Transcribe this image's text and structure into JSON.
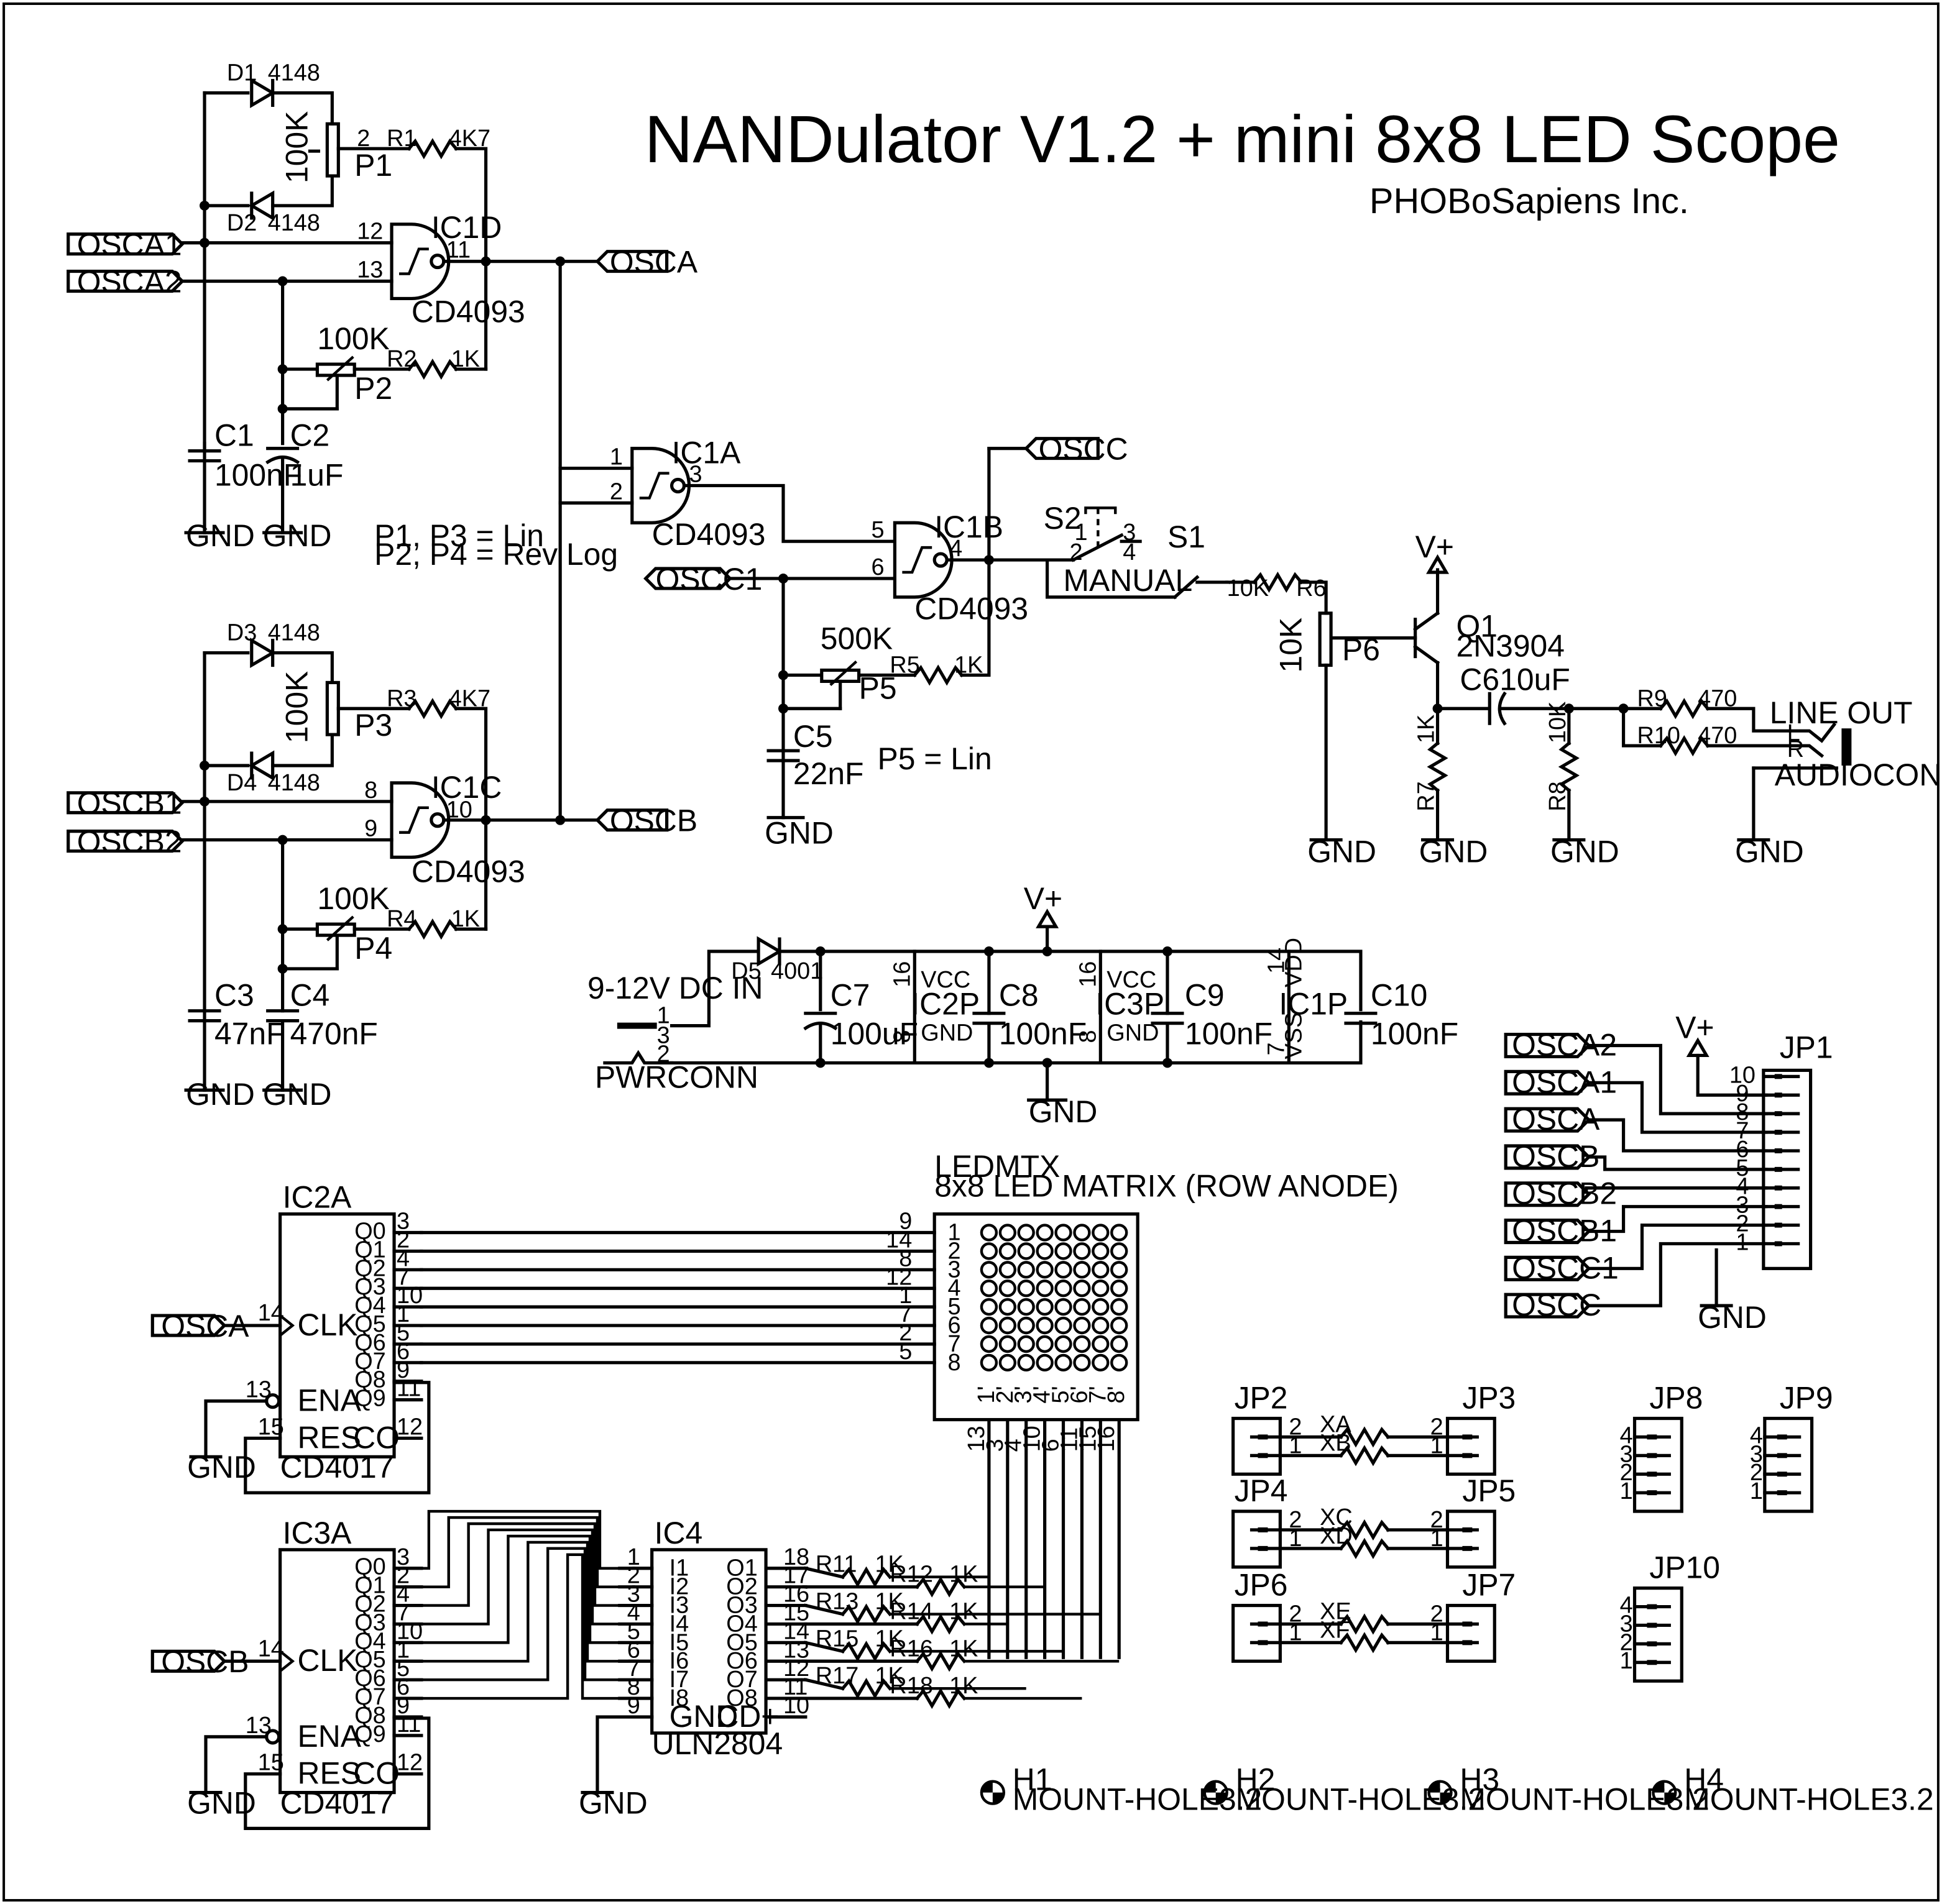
{
  "title": "NANDulator V1.2 + mini 8x8 LED Scope",
  "company": "PHOBoSapiens Inc.",
  "gnd": "GND",
  "vplus": "V+",
  "nets": {
    "osca1": "OSCA1",
    "osca2": "OSCA2",
    "osca": "OSCA",
    "oscb1": "OSCB1",
    "oscb2": "OSCB2",
    "oscb": "OSCB",
    "oscc1": "OSCC1",
    "oscc": "OSCC"
  },
  "notes": {
    "pots1": "P1, P3 = Lin",
    "pots2": "P2, P4 = Rev Log",
    "p5": "P5 = Lin",
    "manual": "MANUAL",
    "dcin": "9-12V DC IN",
    "lineout": "LINE OUT",
    "matrix_desc": "8x8 LED MATRIX (ROW ANODE)"
  },
  "parts": {
    "D1": "D1",
    "D2": "D2",
    "D3": "D3",
    "D4": "D4",
    "D5": "D5",
    "d4148": "4148",
    "d4001": "4001",
    "R1": "R1",
    "R2": "R2",
    "R3": "R3",
    "R4": "R4",
    "R5": "R5",
    "R6": "R6",
    "R7": "R7",
    "R8": "R8",
    "R9": "R9",
    "R10": "R10",
    "R11": "R11",
    "R12": "R12",
    "R13": "R13",
    "R14": "R14",
    "R15": "R15",
    "R16": "R16",
    "R17": "R17",
    "R18": "R18",
    "v4K7": "4K7",
    "v1K": "1K",
    "v10K": "10K",
    "v470": "470",
    "P1": "P1",
    "P2": "P2",
    "P3": "P3",
    "P4": "P4",
    "P5": "P5",
    "P6": "P6",
    "v100K": "100K",
    "v500K": "500K",
    "C1": "C1",
    "C2": "C2",
    "C3": "C3",
    "C4": "C4",
    "C5": "C5",
    "C6": "C6",
    "C7": "C7",
    "C8": "C8",
    "C9": "C9",
    "C10": "C10",
    "v100nF": "100nF",
    "v1uF": "1uF",
    "v47nF": "47nF",
    "v470nF": "470nF",
    "v22nF": "22nF",
    "v10uF": "10uF",
    "v100uF": "100uF",
    "IC1A": "IC1A",
    "IC1B": "IC1B",
    "IC1C": "IC1C",
    "IC1D": "IC1D",
    "cd4093": "CD4093",
    "IC1P": "IC1P",
    "IC2P": "IC2P",
    "IC3P": "IC3P",
    "IC2A": "IC2A",
    "IC3A": "IC3A",
    "cd4017": "CD4017",
    "IC4": "IC4",
    "uln": "ULN2804",
    "Q1": "Q1",
    "q2n3904": "2N3904",
    "S1": "S1",
    "S2": "S2",
    "pwrconn": "PWRCONN",
    "audioconn": "AUDIOCONN",
    "ledmtx": "LEDMTX",
    "JP1": "JP1",
    "JP2": "JP2",
    "JP3": "JP3",
    "JP4": "JP4",
    "JP5": "JP5",
    "JP6": "JP6",
    "JP7": "JP7",
    "JP8": "JP8",
    "JP9": "JP9",
    "JP10": "JP10",
    "XA": "XA",
    "XB": "XB",
    "XC": "XC",
    "XD": "XD",
    "XE": "XE",
    "XF": "XF",
    "H1": "H1",
    "H2": "H2",
    "H3": "H3",
    "H4": "H4",
    "mount": "MOUNT-HOLE3.2"
  },
  "pins": {
    "vcc": "VCC",
    "vdd": "VDD",
    "vss": "VSS",
    "gndpin": "GND",
    "clk": "CLK",
    "ena": "ENA",
    "res": "RES",
    "co": "CO",
    "q": [
      "Q0",
      "Q1",
      "Q2",
      "Q3",
      "Q4",
      "Q5",
      "Q6",
      "Q7",
      "Q8",
      "Q9"
    ],
    "uln_in": [
      "I1",
      "I2",
      "I3",
      "I4",
      "I5",
      "I6",
      "I7",
      "I8"
    ],
    "uln_out": [
      "O1",
      "O2",
      "O3",
      "O4",
      "O5",
      "O6",
      "O7",
      "O8"
    ],
    "cdplus": "CD+",
    "L": "L",
    "R": "R",
    "n": [
      "1",
      "2",
      "3",
      "4",
      "5",
      "6",
      "7",
      "8",
      "9",
      "10",
      "11",
      "12",
      "13",
      "14",
      "15",
      "16",
      "17",
      "18"
    ],
    "cd4017_out": [
      "3",
      "2",
      "4",
      "7",
      "10",
      "1",
      "5",
      "6",
      "9",
      "11"
    ],
    "matrix_row_pins": [
      "9",
      "14",
      "8",
      "12",
      "1",
      "7",
      "2",
      "5"
    ],
    "matrix_cols": [
      "1'",
      "2'",
      "3'",
      "4'",
      "5'",
      "6'",
      "7'",
      "8'"
    ],
    "matrix_col_pins": [
      "13",
      "3",
      "4",
      "10",
      "6",
      "11",
      "15",
      "16"
    ]
  }
}
